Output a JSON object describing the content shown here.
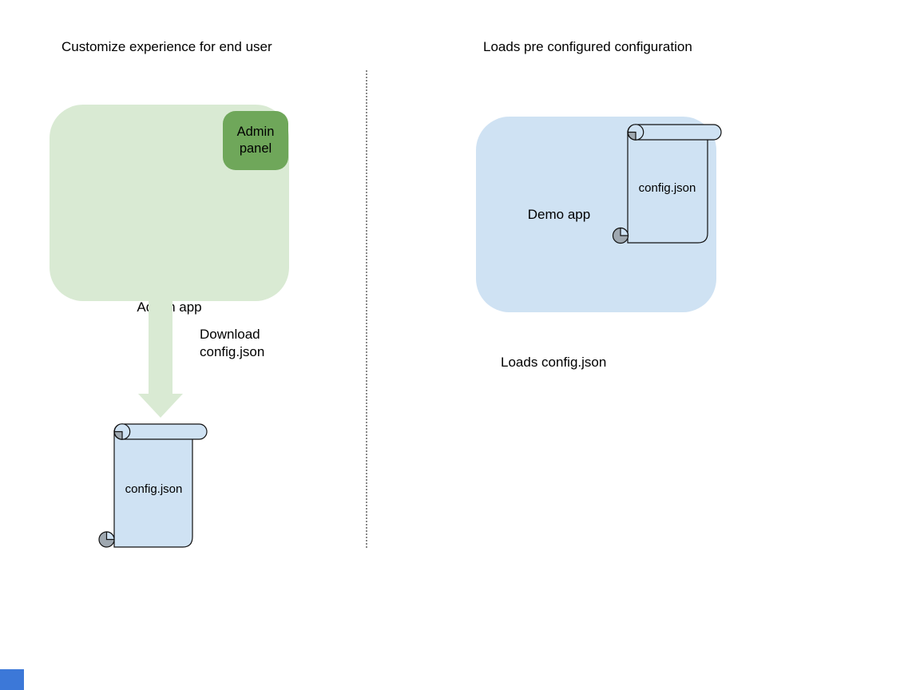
{
  "page": {
    "background": "#ffffff"
  },
  "left_section": {
    "heading": "Customize experience for end user",
    "admin_app": {
      "label": "Admin app",
      "fill": "#d9ead3"
    },
    "admin_panel": {
      "label": "Admin\npanel",
      "fill": "#6fa75a"
    },
    "arrow_caption": "Download\nconfig.json",
    "config_file": {
      "label": "config.json",
      "fill": "#cfe2f3"
    }
  },
  "right_section": {
    "heading": "Loads pre configured configuration",
    "demo_app": {
      "label": "Demo app",
      "fill": "#cfe2f3"
    },
    "config_file": {
      "label": "config.json",
      "fill": "#cfe2f3"
    },
    "caption": "Loads config.json"
  },
  "colors": {
    "green-light": "#d9ead3",
    "green-dark": "#6fa75a",
    "blue-light": "#cfe2f3",
    "curl-gray": "#9fa8b0",
    "outline": "#111111",
    "divider-gray": "#8a8a8a",
    "corner-blue": "#3c78d8",
    "text": "#000000"
  }
}
